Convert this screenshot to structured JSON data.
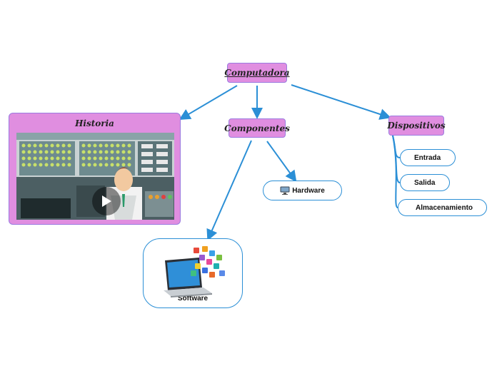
{
  "root": {
    "label": "Computadora"
  },
  "components": {
    "label": "Componentes"
  },
  "devices": {
    "label": "Dispositivos",
    "items": [
      "Entrada",
      "Salida",
      "Almacenamiento"
    ]
  },
  "history": {
    "label": "Historia",
    "media": "video-thumbnail",
    "icon": "play-icon"
  },
  "hardware": {
    "label": "Hardware",
    "icon": "monitor-icon"
  },
  "software": {
    "label": "Software",
    "icon": "laptop-apps-icon"
  },
  "colors": {
    "topic_fill": "#e08ee0",
    "topic_border": "#9b7be0",
    "connector": "#2b8fd6"
  }
}
